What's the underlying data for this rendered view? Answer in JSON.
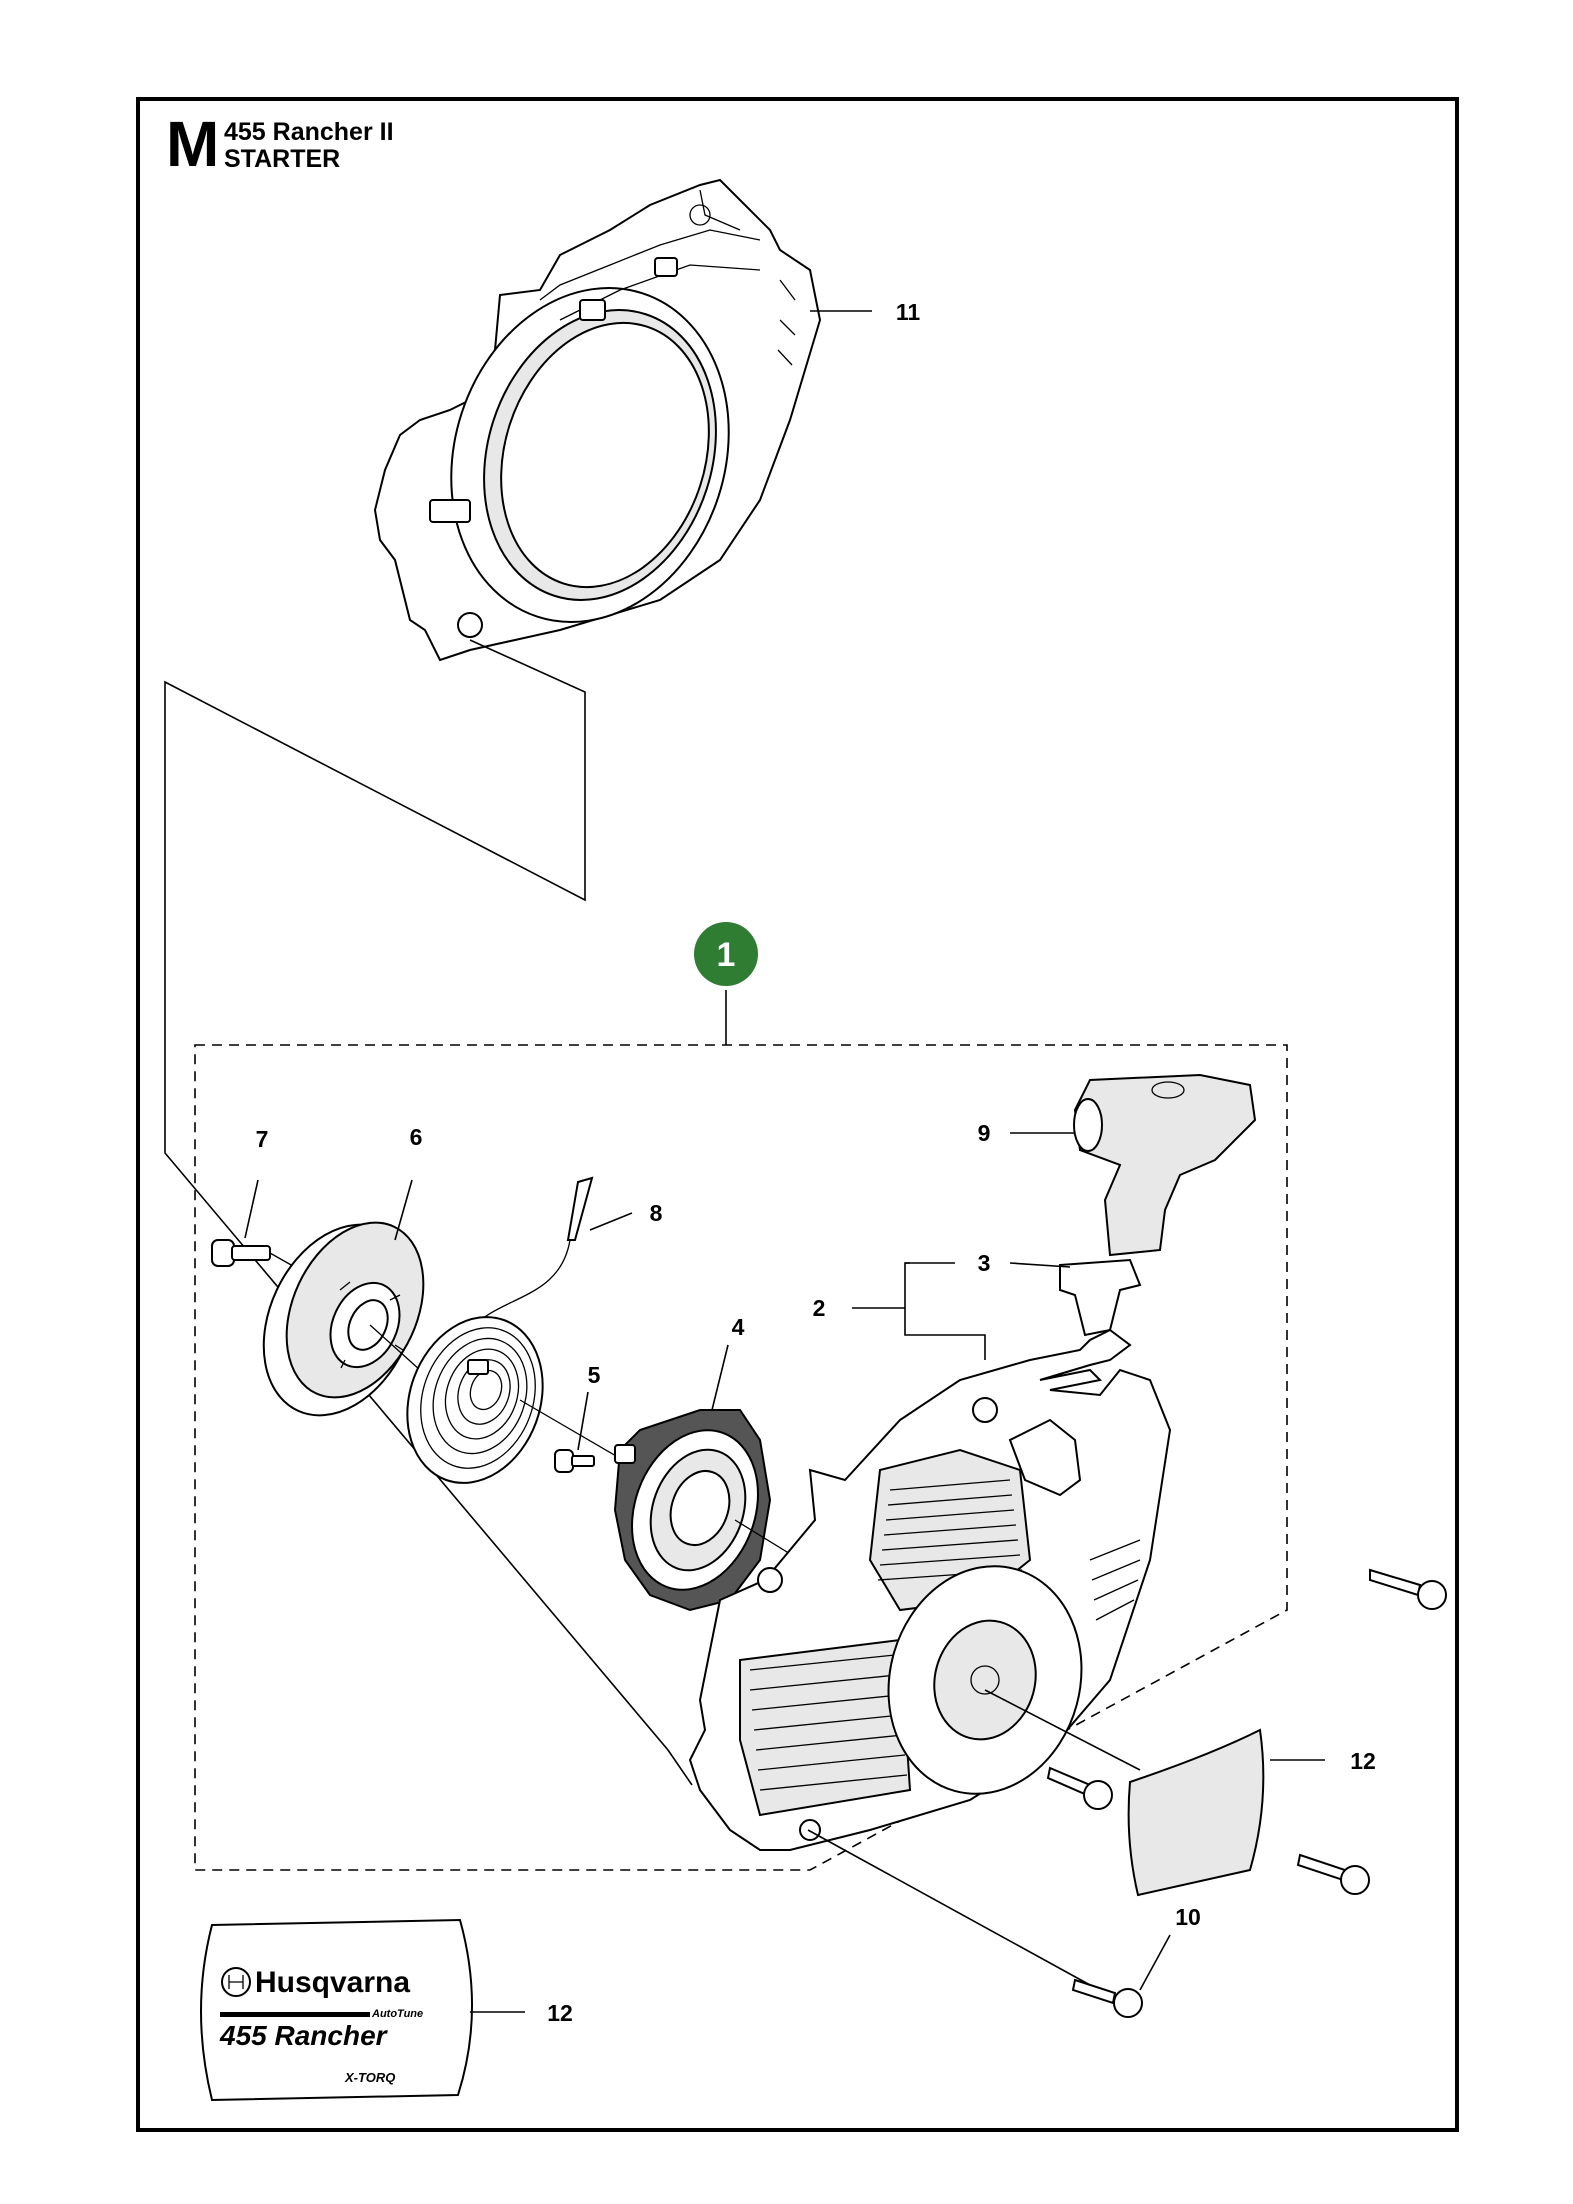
{
  "header": {
    "section_letter": "M",
    "model": "455 Rancher II",
    "section_name": "STARTER"
  },
  "assembly_badge": {
    "label": "1",
    "color": "#2e7d32"
  },
  "callouts": [
    {
      "id": "c1",
      "label": "7"
    },
    {
      "id": "c2",
      "label": "6"
    },
    {
      "id": "c3",
      "label": "8"
    },
    {
      "id": "c4",
      "label": "9"
    },
    {
      "id": "c5",
      "label": "3"
    },
    {
      "id": "c6",
      "label": "2"
    },
    {
      "id": "c7",
      "label": "4"
    },
    {
      "id": "c8",
      "label": "5"
    },
    {
      "id": "c9",
      "label": "11"
    },
    {
      "id": "c10",
      "label": "12"
    },
    {
      "id": "c11",
      "label": "10"
    },
    {
      "id": "c12",
      "label": "12"
    }
  ],
  "decal": {
    "brand": "Husqvarna",
    "feature": "AutoTune",
    "model": "455 Rancher",
    "tech": "X-TORQ"
  }
}
